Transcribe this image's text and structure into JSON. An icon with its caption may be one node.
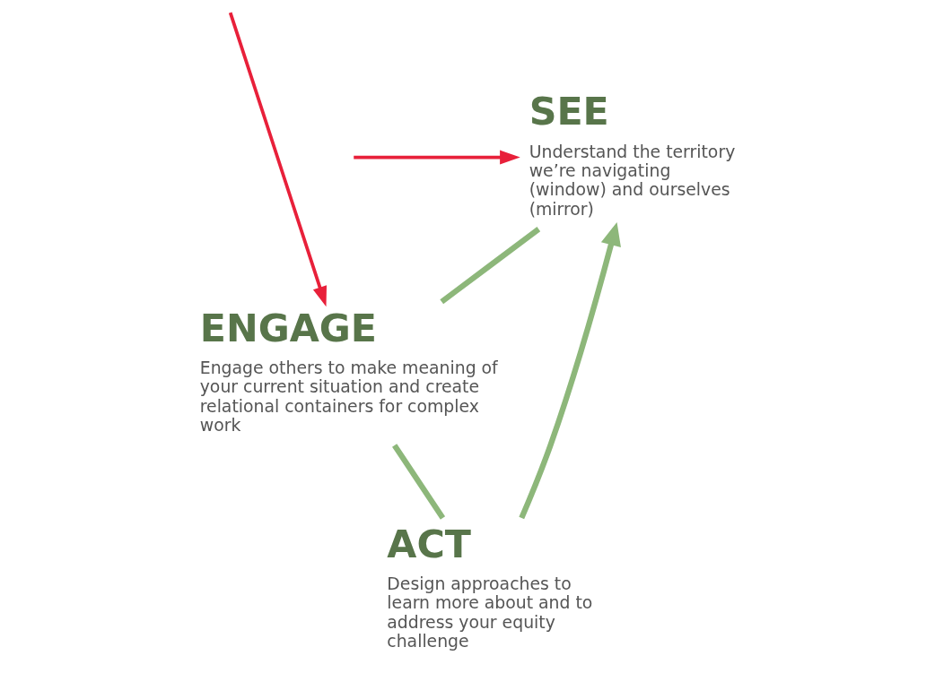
{
  "diagram": {
    "nodes": [
      {
        "text": [
          "SEE",
          "Understand the territory we’re navigating (window) and ourselves (mirror)"
        ]
      },
      {
        "text": [
          "ENGAGE",
          "Engage others to make meaning of your current situation and create relational containers for complex work"
        ]
      },
      {
        "text": [
          "ACT",
          "Design approaches to learn more about and to address your equity challenge"
        ]
      }
    ],
    "edges": [
      {
        "from": 0,
        "to": 1,
        "arrow": "none"
      },
      {
        "from": 1,
        "to": 2,
        "arrow": "none"
      },
      {
        "from": 2,
        "to": 0,
        "arrow": "to"
      },
      {
        "from": null,
        "to": 0,
        "arrow": "to",
        "color": "#e8203a"
      },
      {
        "from": null,
        "to": 1,
        "arrow": "to",
        "color": "#e8203a"
      }
    ]
  }
}
